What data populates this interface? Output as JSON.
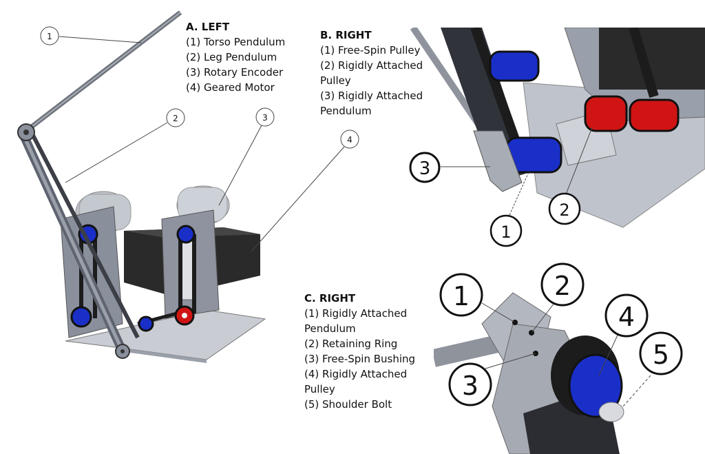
{
  "panels": {
    "a": {
      "heading": "A. LEFT",
      "items": [
        "(1) Torso Pendulum",
        "(2) Leg Pendulum",
        "(3) Rotary Encoder",
        "(4) Geared Motor"
      ],
      "callouts": [
        "1",
        "2",
        "3",
        "4"
      ]
    },
    "b": {
      "heading": "B.  RIGHT",
      "items": [
        "(1) Free-Spin Pulley",
        "(2) Rigidly Attached",
        "Pulley",
        "(3) Rigidly Attached",
        "Pendulum"
      ],
      "callouts": [
        "1",
        "2",
        "3"
      ]
    },
    "c": {
      "heading": "C. RIGHT",
      "items": [
        "(1) Rigidly Attached",
        "Pendulum",
        "(2) Retaining Ring",
        "(3) Free-Spin Bushing",
        "(4) Rigidly Attached",
        "Pulley",
        "(5) Shoulder Bolt"
      ],
      "callouts": [
        "1",
        "2",
        "3",
        "4",
        "5"
      ]
    }
  },
  "colors": {
    "frame": "#8a8f9c",
    "frame_dark": "#5e6370",
    "rod": "#8e939c",
    "belt": "#1c1c1c",
    "pulley_blue": "#1a2fc8",
    "pulley_red": "#d01414",
    "encoder": "#c4c8cf",
    "motor": "#2a2a2a",
    "base": "#c9ccd3"
  }
}
